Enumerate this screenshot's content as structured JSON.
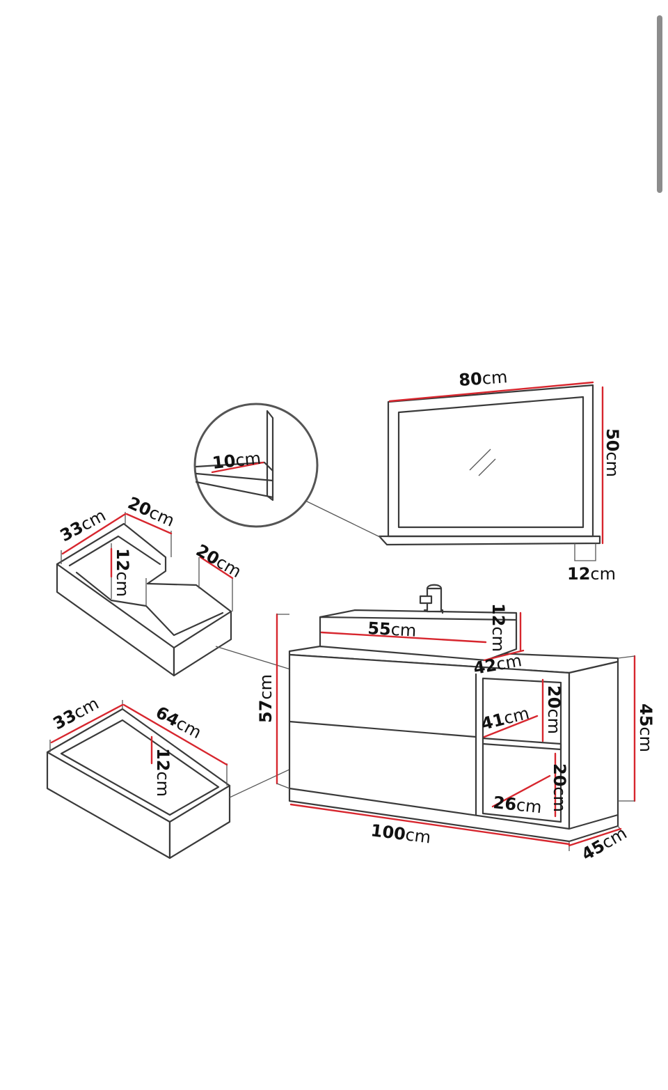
{
  "dimensions": {
    "mirror_width": {
      "num": "80",
      "unit": "cm"
    },
    "mirror_height": {
      "num": "50",
      "unit": "cm"
    },
    "mirror_shelf_depth": {
      "num": "12",
      "unit": "cm"
    },
    "detail_shelf": {
      "num": "10",
      "unit": "cm"
    },
    "upper_drawer_depth": {
      "num": "33",
      "unit": "cm"
    },
    "upper_drawer_inner_width": {
      "num": "20",
      "unit": "cm"
    },
    "upper_drawer_height": {
      "num": "12",
      "unit": "cm"
    },
    "upper_drawer_right_width": {
      "num": "20",
      "unit": "cm"
    },
    "lower_drawer_depth": {
      "num": "33",
      "unit": "cm"
    },
    "lower_drawer_width": {
      "num": "64",
      "unit": "cm"
    },
    "lower_drawer_height": {
      "num": "12",
      "unit": "cm"
    },
    "basin_width": {
      "num": "55",
      "unit": "cm"
    },
    "basin_height": {
      "num": "12",
      "unit": "cm"
    },
    "basin_depth": {
      "num": "42",
      "unit": "cm"
    },
    "cabinet_height": {
      "num": "57",
      "unit": "cm"
    },
    "cabinet_width": {
      "num": "100",
      "unit": "cm"
    },
    "cabinet_depth": {
      "num": "45",
      "unit": "cm"
    },
    "side_height": {
      "num": "45",
      "unit": "cm"
    },
    "shelf_width": {
      "num": "41",
      "unit": "cm"
    },
    "shelf_top_height": {
      "num": "20",
      "unit": "cm"
    },
    "shelf_bottom_height": {
      "num": "20",
      "unit": "cm"
    },
    "shelf_bottom_depth": {
      "num": "26",
      "unit": "cm"
    }
  },
  "colors": {
    "line": "#3a3a3a",
    "dimension_marker": "#d7262e",
    "scrollbar": "#8c8c8c"
  }
}
